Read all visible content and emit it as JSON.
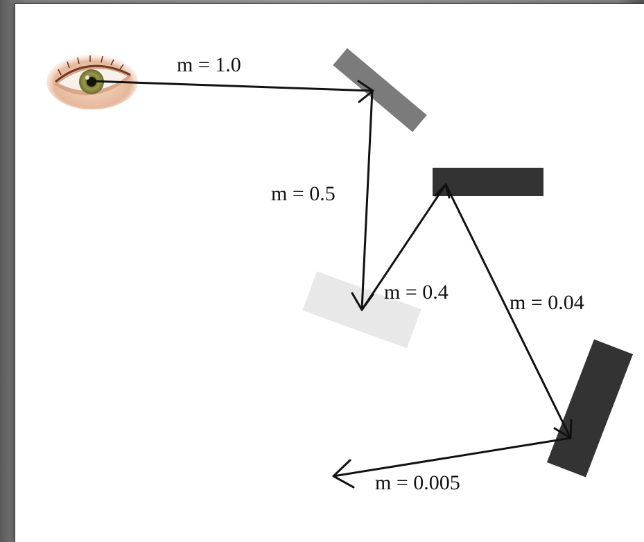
{
  "diagram": {
    "labels": {
      "m1": "m = 1.0",
      "m2": "m = 0.5",
      "m3": "m = 0.4",
      "m4": "m = 0.04",
      "m5": "m = 0.005"
    },
    "colors": {
      "ray": "#111111",
      "mirror_gray": "#7b7b7b",
      "mirror_light": "#e8e8e8",
      "mirror_dark": "#333333",
      "background": "#ffffff",
      "frame": "#a9a9a9"
    },
    "icons": {
      "eye": "eye-icon"
    }
  }
}
